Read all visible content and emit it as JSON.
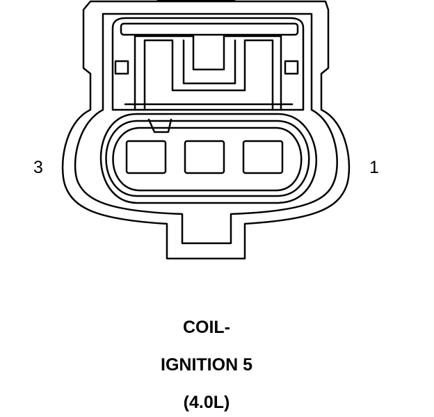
{
  "connector": {
    "pin_label_left": "3",
    "pin_label_right": "1",
    "cavity_count": 3
  },
  "caption": {
    "line1": "COIL-",
    "line2": "IGNITION 5",
    "line3": "(4.0L)"
  },
  "colors": {
    "line": "#000000",
    "background": "#ffffff"
  }
}
